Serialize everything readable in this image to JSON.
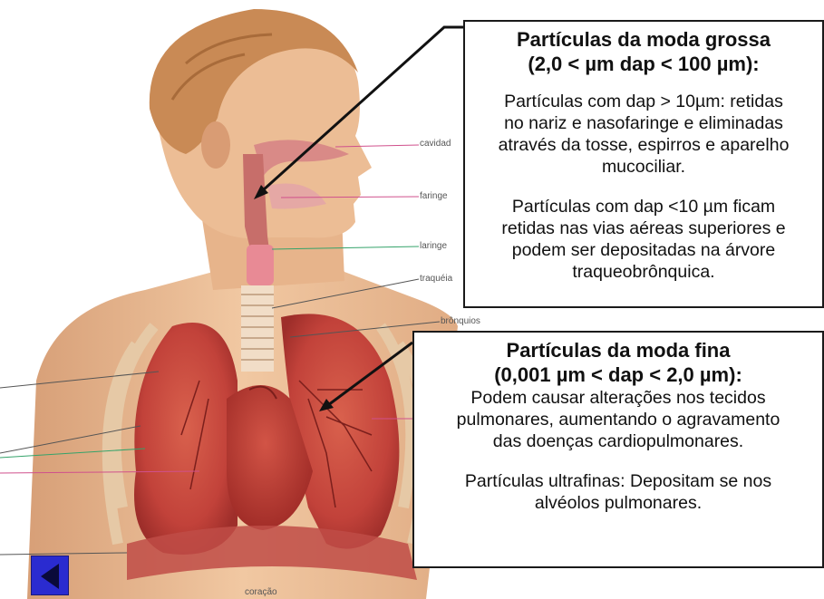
{
  "labels": {
    "cavidade": "cavidad",
    "faringe": "faringe",
    "laringe": "laringe",
    "traqueia": "traquéia",
    "bronquios": "brônquios",
    "coracao": "coração"
  },
  "coarse_box": {
    "title_line1": "Partículas da moda grossa",
    "title_line2": "(2,0 < µm dap < 100 µm):",
    "para1": [
      "Partículas com dap > 10µm: retidas",
      "no nariz e nasofaringe e eliminadas",
      "através da tosse, espirros e aparelho",
      "mucociliar."
    ],
    "para2": [
      "Partículas com dap <10 µm ficam",
      "retidas nas vias aéreas superiores e",
      "podem ser depositadas na árvore",
      "traqueobrônquica."
    ]
  },
  "fine_box": {
    "title_line1": "Partículas da moda fina",
    "title_line2": "(0,001 µm < dap < 2,0  µm):",
    "para1": [
      "Podem causar alterações nos tecidos",
      "pulmonares, aumentando o agravamento",
      "das doenças cardiopulmonares."
    ],
    "para2": [
      "Partículas ultrafinas: Depositam se nos",
      "alvéolos pulmonares."
    ]
  },
  "nav": {
    "icon": "back-arrow-icon"
  },
  "colors": {
    "skin": "#e9b98f",
    "hair": "#c98a55",
    "lung": "#c8473a",
    "heart": "#b8362f",
    "nav_button": "#2a2bd0"
  }
}
